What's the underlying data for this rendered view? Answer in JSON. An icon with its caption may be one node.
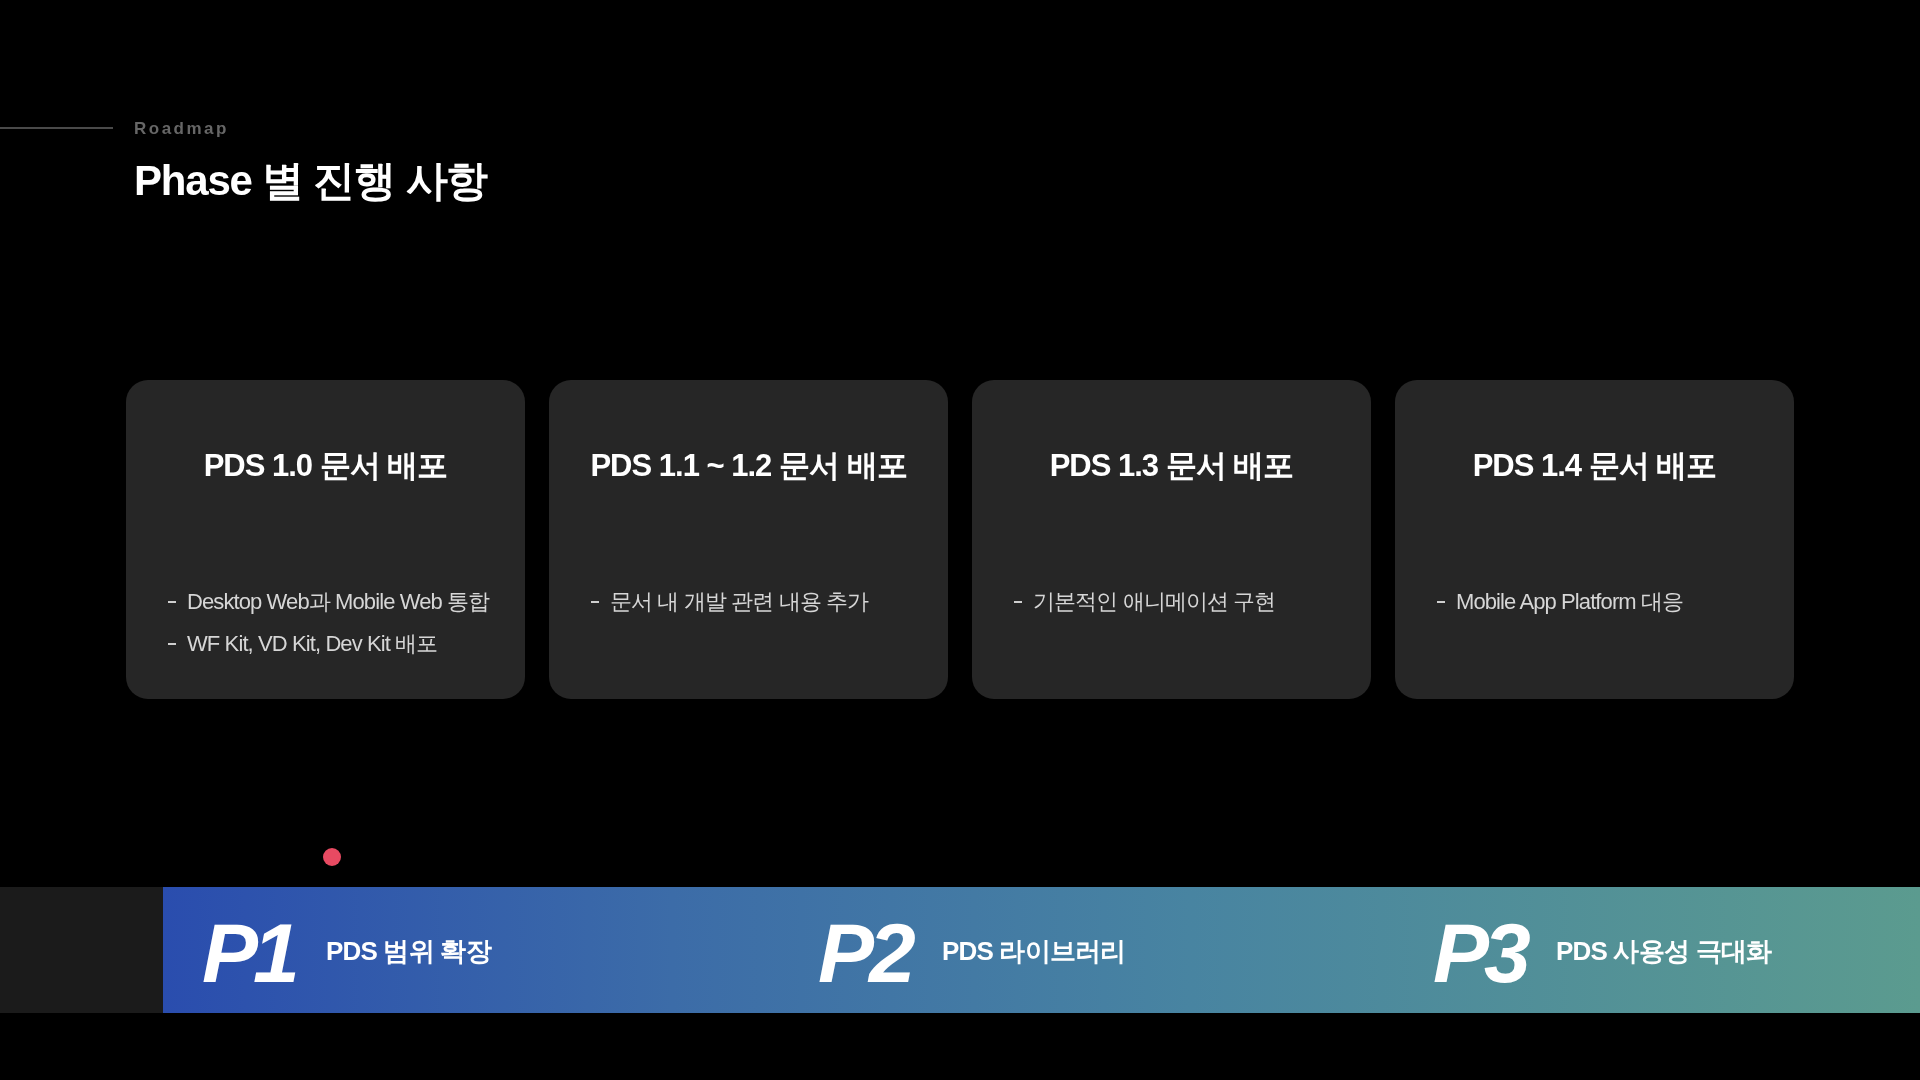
{
  "diagram": {
    "title": "Phase 별 진행 사항",
    "nodes": [
      {
        "text": [
          "PDS 1.0 문서 배포",
          "Desktop Web과 Mobile Web 통합",
          "WF Kit, VD Kit, Dev Kit 배포"
        ]
      },
      {
        "text": [
          "PDS 1.1 ~ 1.2 문서 배포",
          "문서 내 개발 관련 내용 추가"
        ]
      },
      {
        "text": [
          "PDS 1.3 문서 배포",
          "기본적인 애니메이션 구현"
        ]
      },
      {
        "text": [
          "PDS 1.4 문서 배포",
          "Mobile App Platform 대응"
        ]
      },
      {
        "text": [
          "P1",
          "PDS 범위 확장",
          "P2",
          "PDS 라이브러리",
          "P3",
          "PDS 사용성 극대화"
        ]
      }
    ],
    "labels": [
      "Roadmap"
    ]
  }
}
